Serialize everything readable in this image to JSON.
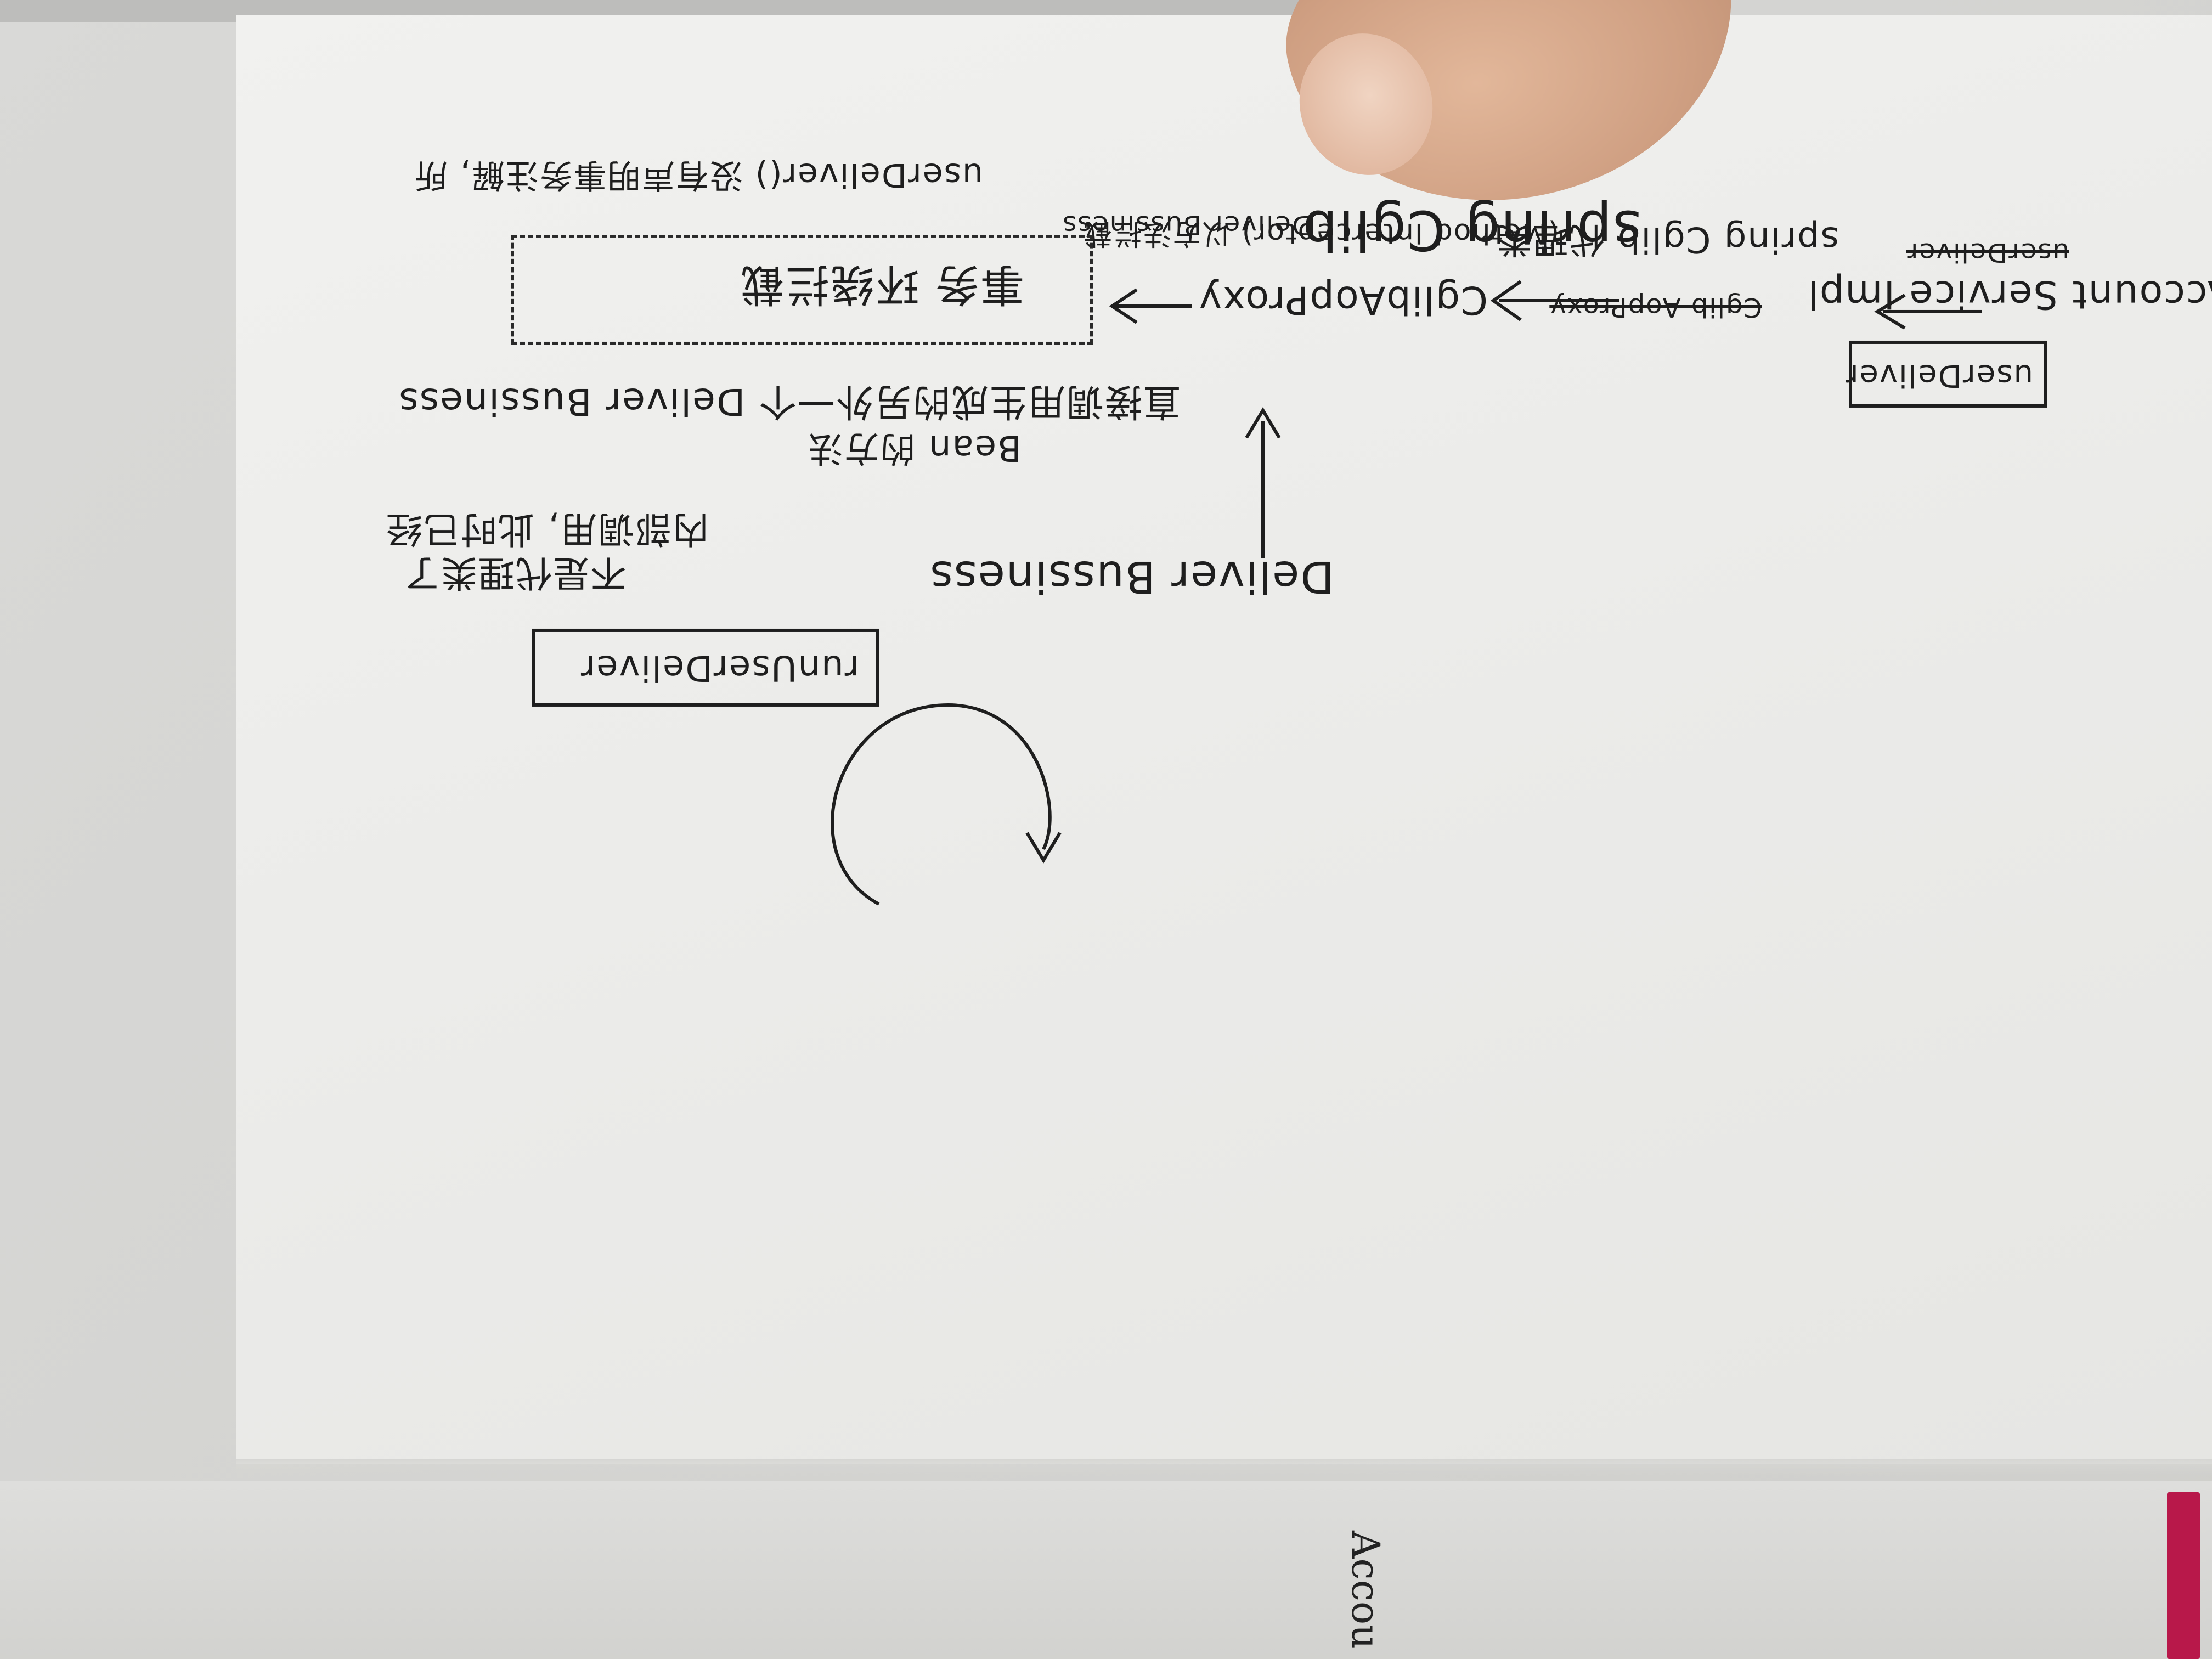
{
  "scene": {
    "colors": {
      "page": "#efefed",
      "ink": "#1e1e1e",
      "ribbon": "#b8184a",
      "skin": "#cf9f82"
    }
  },
  "notes": {
    "heading": "spring Cglib",
    "heading_sub": "Deliver Bussiness",
    "account_service": "Account Service Impl",
    "struck_label": "userDeliver",
    "struck_label_2": "Cglib AopProxy",
    "user_deliver_box": "userDeliver",
    "spring_cglib_proxy": "spring Cglib 代理类",
    "intercept_label": "(Method Interceptor) 以方法拦截",
    "cglib_aop_proxy": "CglibAopProxy",
    "tx_box": "事务 环绕拦截",
    "direct_call": "直接调用生成的另外一个 Deliver Bussiness",
    "bean_method": "Bean 的方法",
    "deliver_bussiness": "Deliver Bussiness",
    "internal_call": "内部调用, 此时已经",
    "not_proxy": "不是代理类了",
    "user_deliver_note": "userDeliver() 没有声明事务注解, 所",
    "run_user_deliver_box": "runUserDeliver"
  },
  "facing_page": {
    "text": "Accou"
  }
}
